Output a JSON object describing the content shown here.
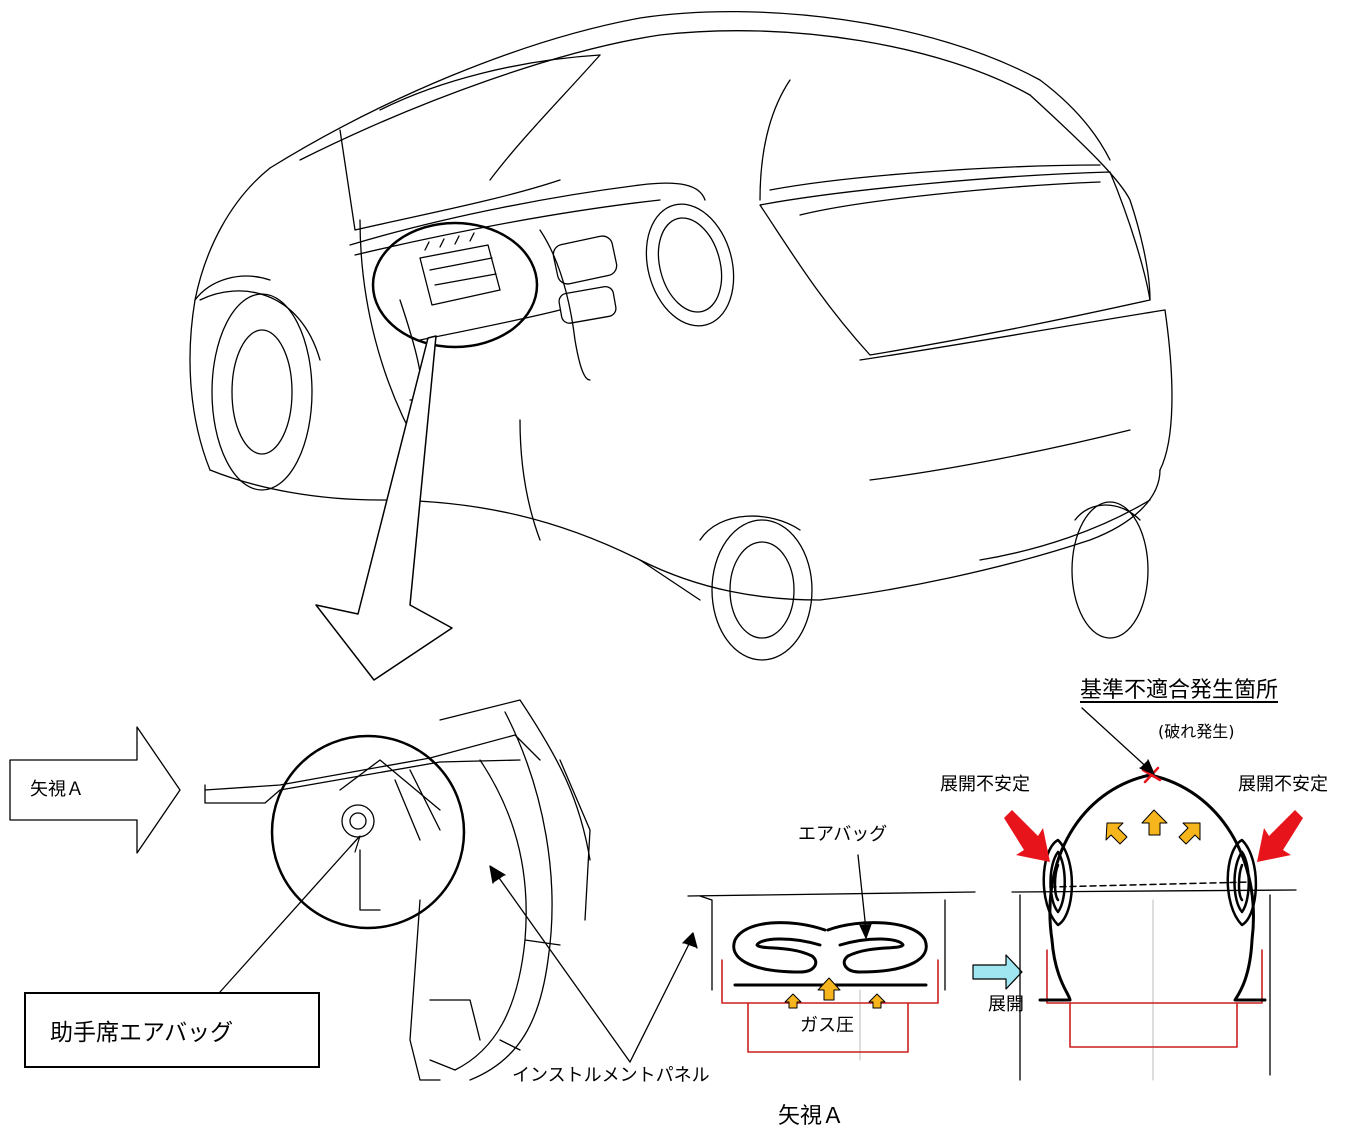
{
  "labels": {
    "view_a_arrow": "矢視Ａ",
    "view_a_caption": "矢視Ａ",
    "passenger_airbag": "助手席エアバッグ",
    "instrument_panel": "インストルメントパネル",
    "airbag": "エアバッグ",
    "gas_pressure": "ガス圧",
    "deploy": "展開",
    "unstable_left": "展開不安定",
    "unstable_right": "展開不安定",
    "nonconformity_location": "基準不適合発生箇所",
    "tear_note": "(破れ発生)"
  },
  "colors": {
    "line": "#000000",
    "red_frame": "#cc1f1f",
    "red_arrow": "#e8141b",
    "yellow_arrow": "#f6b51c",
    "cyan_arrow": "#9fe6f0"
  }
}
